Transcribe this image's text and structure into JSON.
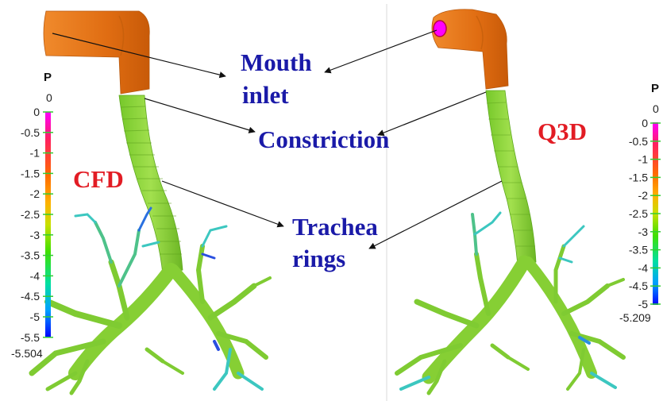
{
  "labels": {
    "mouth": [
      "Mouth",
      "inlet"
    ],
    "constriction": "Constriction",
    "trachea": [
      "Trachea",
      "rings"
    ],
    "left_model": "CFD",
    "right_model": "Q3D"
  },
  "colorbars": {
    "left": {
      "title": "P",
      "max_label": "0",
      "min_label": "-5.504",
      "ticks": [
        "0",
        "-0.5",
        "-1",
        "-1.5",
        "-2",
        "-2.5",
        "-3",
        "-3.5",
        "-4",
        "-4.5",
        "-5",
        "-5.5"
      ]
    },
    "right": {
      "title": "P",
      "max_label": "0",
      "min_label": "-5.209",
      "ticks": [
        "0",
        "-0.5",
        "-1",
        "-1.5",
        "-2",
        "-2.5",
        "-3",
        "-3.5",
        "-4",
        "-4.5",
        "-5"
      ]
    }
  },
  "colors": {
    "label_blue": "#1a1aa8",
    "label_red": "#e21c24",
    "mouth_orange": "#e87a1e",
    "airway_green": "#8cd63a",
    "branch_cyan": "#3cc7c0",
    "colormap": [
      "#ff00ff",
      "#ff2060",
      "#ff6a00",
      "#ffb000",
      "#c8e000",
      "#40e000",
      "#00e0a0",
      "#00a0ff",
      "#0000ff"
    ]
  }
}
